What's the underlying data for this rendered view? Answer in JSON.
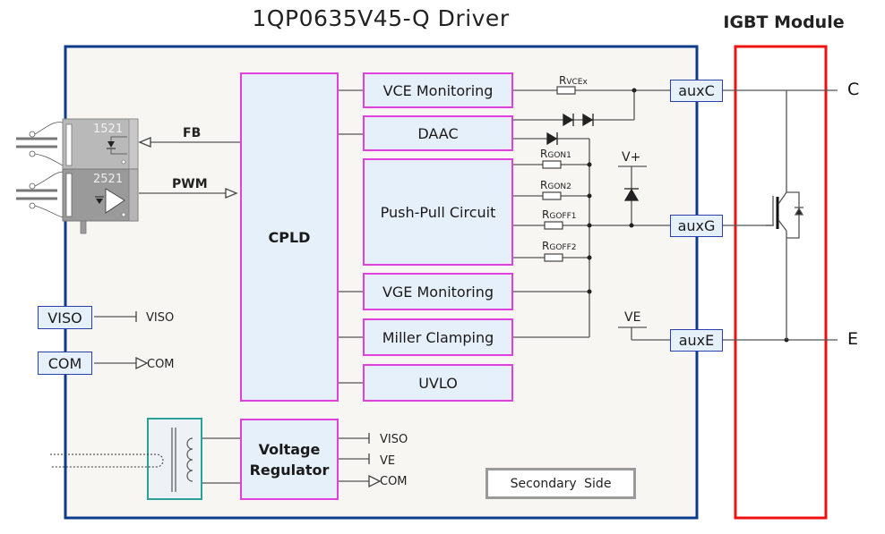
{
  "title": "1QP0635V45-Q Driver",
  "igbt_title": "IGBT Module",
  "colors": {
    "driver_border": "#0d3b8c",
    "driver_fill": "#f7f6f2",
    "block_border": "#e040e0",
    "block_fill": "#e6f0fb",
    "port_border": "#2a3fb0",
    "igbt_border": "#ee1111",
    "transformer_border": "#2aa198"
  },
  "blocks": {
    "cpld": "CPLD",
    "vce_monitoring": "VCE Monitoring",
    "daac": "DAAC",
    "push_pull": "Push-Pull Circuit",
    "vge_monitoring": "VGE Monitoring",
    "miller_clamping": "Miller Clamping",
    "uvlo": "UVLO",
    "voltage_regulator_line1": "Voltage",
    "voltage_regulator_line2": "Regulator"
  },
  "optocouplers": {
    "fb_part": "1521",
    "pwm_part": "2521"
  },
  "signals": {
    "fb": "FB",
    "pwm": "PWM"
  },
  "resistors": {
    "rvce": {
      "main": "R",
      "sub": "VCEx"
    },
    "rgon1": {
      "main": "R",
      "sub": "GON1"
    },
    "rgon2": {
      "main": "R",
      "sub": "GON2"
    },
    "rgoff1": {
      "main": "R",
      "sub": "GOFF1"
    },
    "rgoff2": {
      "main": "R",
      "sub": "GOFF2"
    }
  },
  "supply_labels": {
    "vplus": "V+",
    "ve_gate": "VE",
    "viso_port": "VISO",
    "com_port": "COM",
    "viso_net": "VISO",
    "com_net": "COM",
    "reg_viso": "VISO",
    "reg_ve": "VE",
    "reg_com": "COM"
  },
  "ports": {
    "auxc": "auxC",
    "auxg": "auxG",
    "auxe": "auxE"
  },
  "terminals": {
    "collector": "C",
    "emitter": "E"
  },
  "secondary_side": "Secondary  Side"
}
